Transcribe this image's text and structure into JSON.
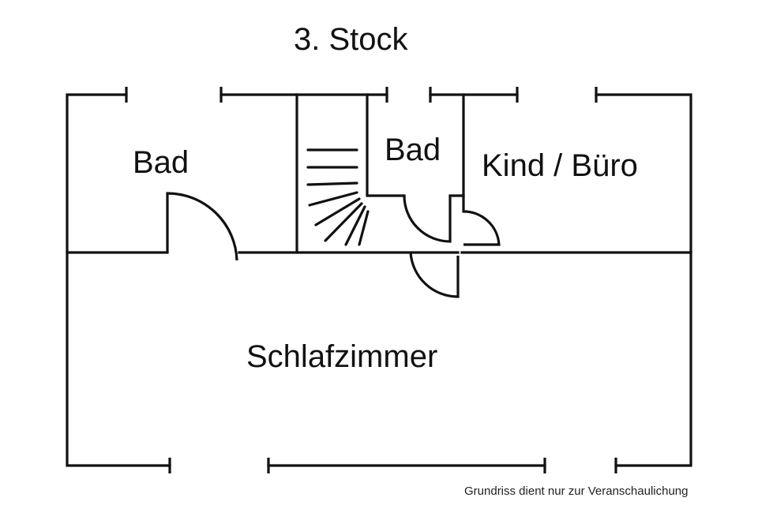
{
  "title": "3. Stock",
  "rooms": {
    "bad_left": "Bad",
    "bad_small": "Bad",
    "kind_buero": "Kind / Büro",
    "schlafzimmer": "Schlafzimmer"
  },
  "footnote": "Grundriss dient nur zur Veranschaulichung"
}
